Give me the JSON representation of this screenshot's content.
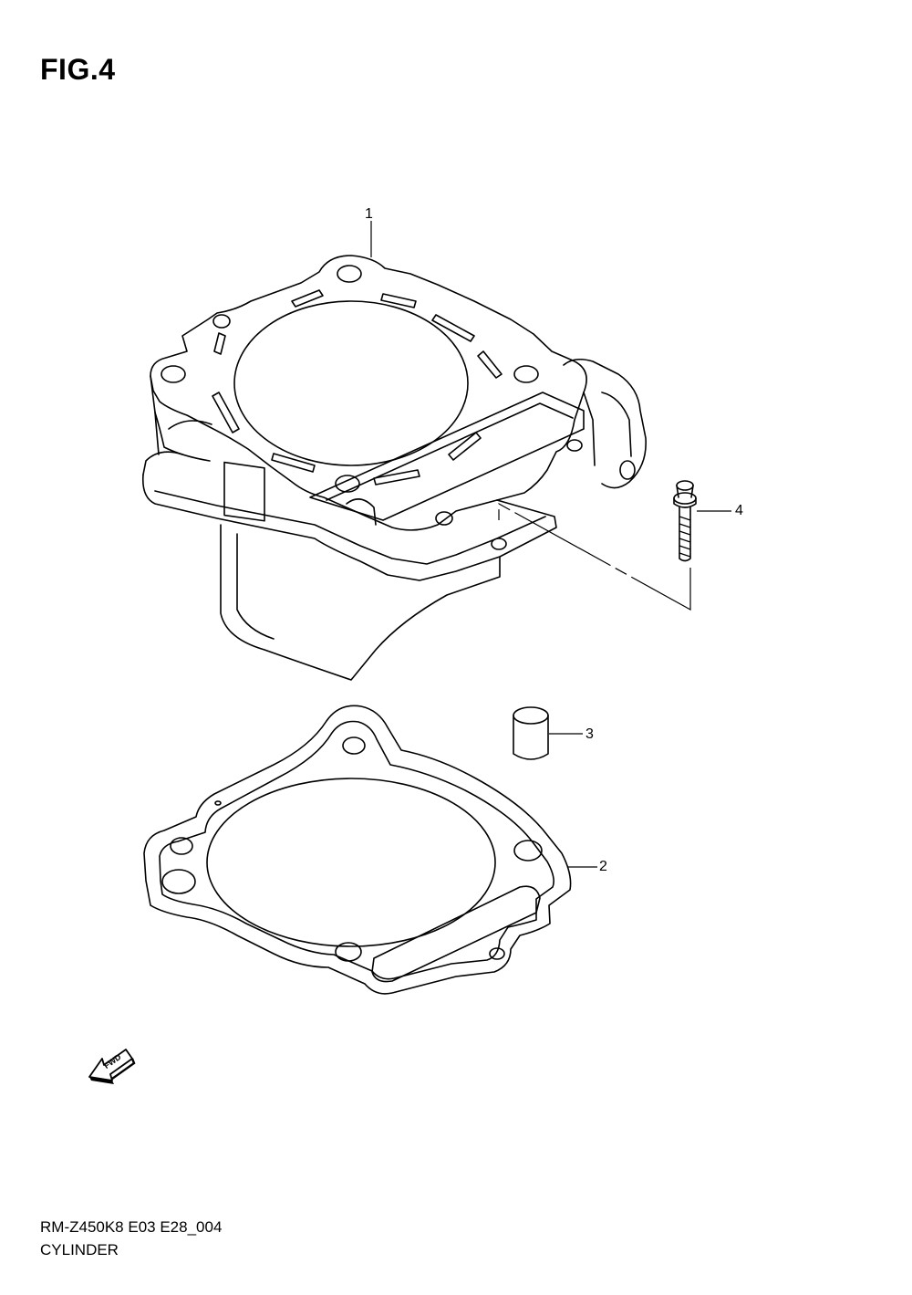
{
  "figure": {
    "title": "FIG.4"
  },
  "callouts": {
    "cylinder": "1",
    "gasket": "2",
    "dowel_pin": "3",
    "bolt": "4"
  },
  "orientation": {
    "label": "FWD",
    "icon": "fwd-arrow-icon"
  },
  "footer": {
    "code": "RM-Z450K8 E03 E28_004",
    "name": "CYLINDER"
  }
}
